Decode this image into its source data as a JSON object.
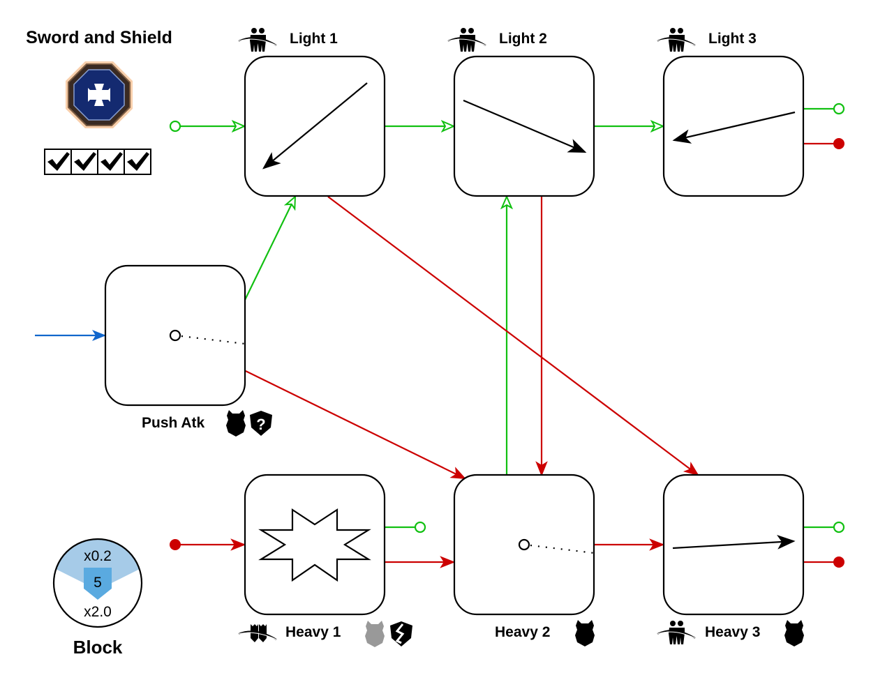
{
  "weapon": {
    "title": "Sword and Shield",
    "icon": "weapon-emblem-cross-icon",
    "checks": [
      "check-icon",
      "check-icon",
      "check-icon",
      "check-icon"
    ]
  },
  "colors": {
    "light_edge": "#11c011",
    "heavy_edge": "#cc0000",
    "entry_edge": "#1166cc",
    "block_light": "#a6cbe8",
    "block_dark": "#5aaae0",
    "node_stroke": "#000000",
    "armor_gray": "#999999"
  },
  "nodes": [
    {
      "id": "light1",
      "label": "Light 1",
      "symbol": "arrow-down-left",
      "badge_left": "dodge-pair-icon",
      "badges_right": []
    },
    {
      "id": "light2",
      "label": "Light 2",
      "symbol": "arrow-down-right",
      "badge_left": "dodge-pair-icon",
      "badges_right": []
    },
    {
      "id": "light3",
      "label": "Light 3",
      "symbol": "arrow-left",
      "badge_left": "dodge-pair-icon",
      "badges_right": []
    },
    {
      "id": "push",
      "label": "Push Atk",
      "symbol": "stab-dot",
      "badge_left": null,
      "badges_right": [
        "armor-icon",
        "shield-question-icon"
      ]
    },
    {
      "id": "heavy1",
      "label": "Heavy 1",
      "symbol": "burst-star",
      "badge_left": "dodge-armored-icon",
      "badges_right": [
        "armor-gray-icon",
        "shield-broken-icon"
      ]
    },
    {
      "id": "heavy2",
      "label": "Heavy 2",
      "symbol": "stab-dot",
      "badge_left": null,
      "badges_right": [
        "armor-icon"
      ]
    },
    {
      "id": "heavy3",
      "label": "Heavy 3",
      "symbol": "arrow-right",
      "badge_left": "dodge-pair-icon",
      "badges_right": [
        "armor-icon"
      ]
    }
  ],
  "edges": [
    {
      "from": "start",
      "to": "light1",
      "type": "light"
    },
    {
      "from": "light1",
      "to": "light2",
      "type": "light"
    },
    {
      "from": "light2",
      "to": "light3",
      "type": "light"
    },
    {
      "from": "push",
      "to": "light1",
      "type": "light"
    },
    {
      "from": "heavy2",
      "to": "light2",
      "type": "light"
    },
    {
      "from": "light2",
      "to": "heavy2",
      "type": "heavy"
    },
    {
      "from": "light1",
      "to": "heavy3",
      "type": "heavy"
    },
    {
      "from": "push",
      "to": "heavy2",
      "type": "heavy"
    },
    {
      "from": "start",
      "to": "heavy1",
      "type": "heavy"
    },
    {
      "from": "heavy1",
      "to": "heavy2",
      "type": "heavy"
    },
    {
      "from": "heavy2",
      "to": "heavy3",
      "type": "heavy"
    },
    {
      "from": "entry",
      "to": "push",
      "type": "entry"
    }
  ],
  "terminals": [
    {
      "node": "light3",
      "type": "light"
    },
    {
      "node": "light3",
      "type": "heavy"
    },
    {
      "node": "heavy1",
      "type": "light"
    },
    {
      "node": "heavy3",
      "type": "light"
    },
    {
      "node": "heavy3",
      "type": "heavy"
    }
  ],
  "block": {
    "label": "Block",
    "top_multiplier": "x0.2",
    "value": "5",
    "bottom_multiplier": "x2.0"
  }
}
